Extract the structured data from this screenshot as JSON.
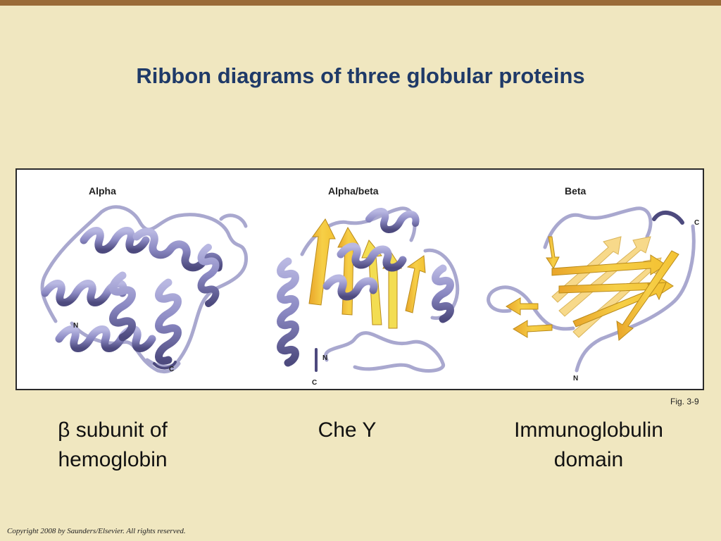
{
  "slide": {
    "title": "Ribbon diagrams of three globular proteins",
    "figure_ref": "Fig. 3-9",
    "copyright": "Copyright 2008 by Saunders/Elsevier. All rights reserved."
  },
  "panels": [
    {
      "title": "Alpha",
      "n_label": "N",
      "c_label": "C",
      "caption_line1": "β subunit of",
      "caption_line2": "hemoglobin"
    },
    {
      "title": "Alpha/beta",
      "n_label": "N",
      "c_label": "C",
      "caption_line1": "Che Y",
      "caption_line2": ""
    },
    {
      "title": "Beta",
      "n_label": "N",
      "c_label": "C",
      "caption_line1": "Immunoglobulin",
      "caption_line2": "domain"
    }
  ],
  "colors": {
    "background": "#f0e7c0",
    "top_bar": "#9a6b38",
    "title": "#1f3a68",
    "helix": "#8a88c2",
    "helix_dark": "#4d4a7e",
    "coil": "#a9a8cf",
    "strand": "#f3c233",
    "strand_light": "#f7d98a"
  }
}
